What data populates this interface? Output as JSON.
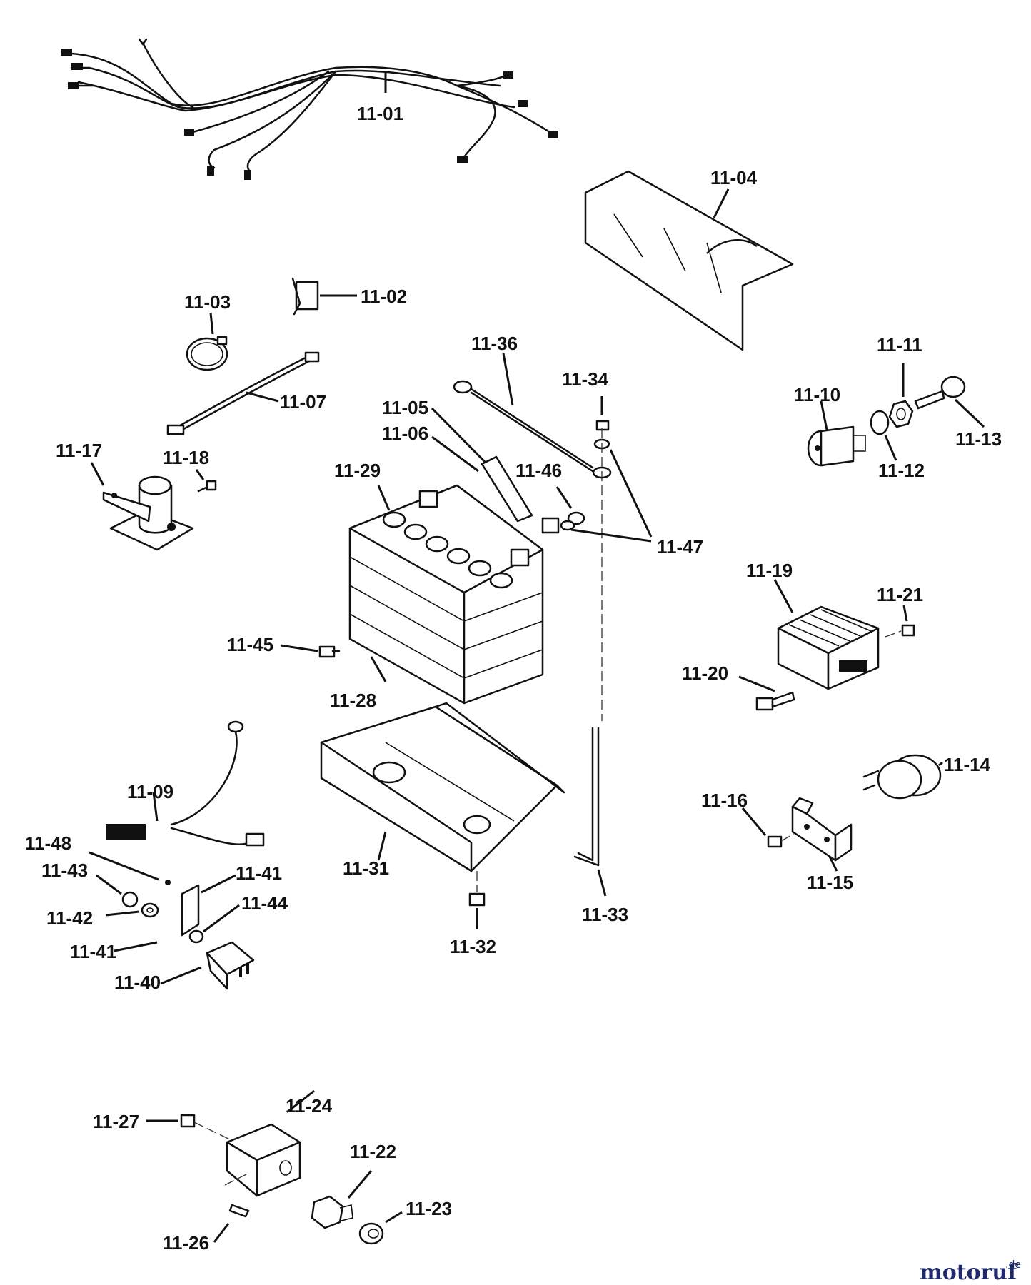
{
  "labels": {
    "p1101": "11-01",
    "p1102": "11-02",
    "p1103": "11-03",
    "p1104": "11-04",
    "p1105": "11-05",
    "p1106": "11-06",
    "p1107": "11-07",
    "p1109": "11-09",
    "p1110": "11-10",
    "p1111": "11-11",
    "p1112": "11-12",
    "p1113": "11-13",
    "p1114": "11-14",
    "p1115": "11-15",
    "p1116": "11-16",
    "p1117": "11-17",
    "p1118": "11-18",
    "p1119": "11-19",
    "p1120": "11-20",
    "p1121": "11-21",
    "p1122": "11-22",
    "p1123": "11-23",
    "p1124": "11-24",
    "p1126": "11-26",
    "p1127": "11-27",
    "p1128": "11-28",
    "p1129": "11-29",
    "p1131": "11-31",
    "p1132": "11-32",
    "p1133": "11-33",
    "p1134": "11-34",
    "p1136": "11-36",
    "p1140": "11-40",
    "p1141a": "11-41",
    "p1141b": "11-41",
    "p1142": "11-42",
    "p1143": "11-43",
    "p1144": "11-44",
    "p1145": "11-45",
    "p1146": "11-46",
    "p1147": "11-47",
    "p1148": "11-48"
  },
  "watermark": {
    "brand": "motoruf",
    "suffix": ".de"
  },
  "colors": {
    "ink": "#111111",
    "background": "#ffffff",
    "watermark": "#1f2a6b"
  }
}
